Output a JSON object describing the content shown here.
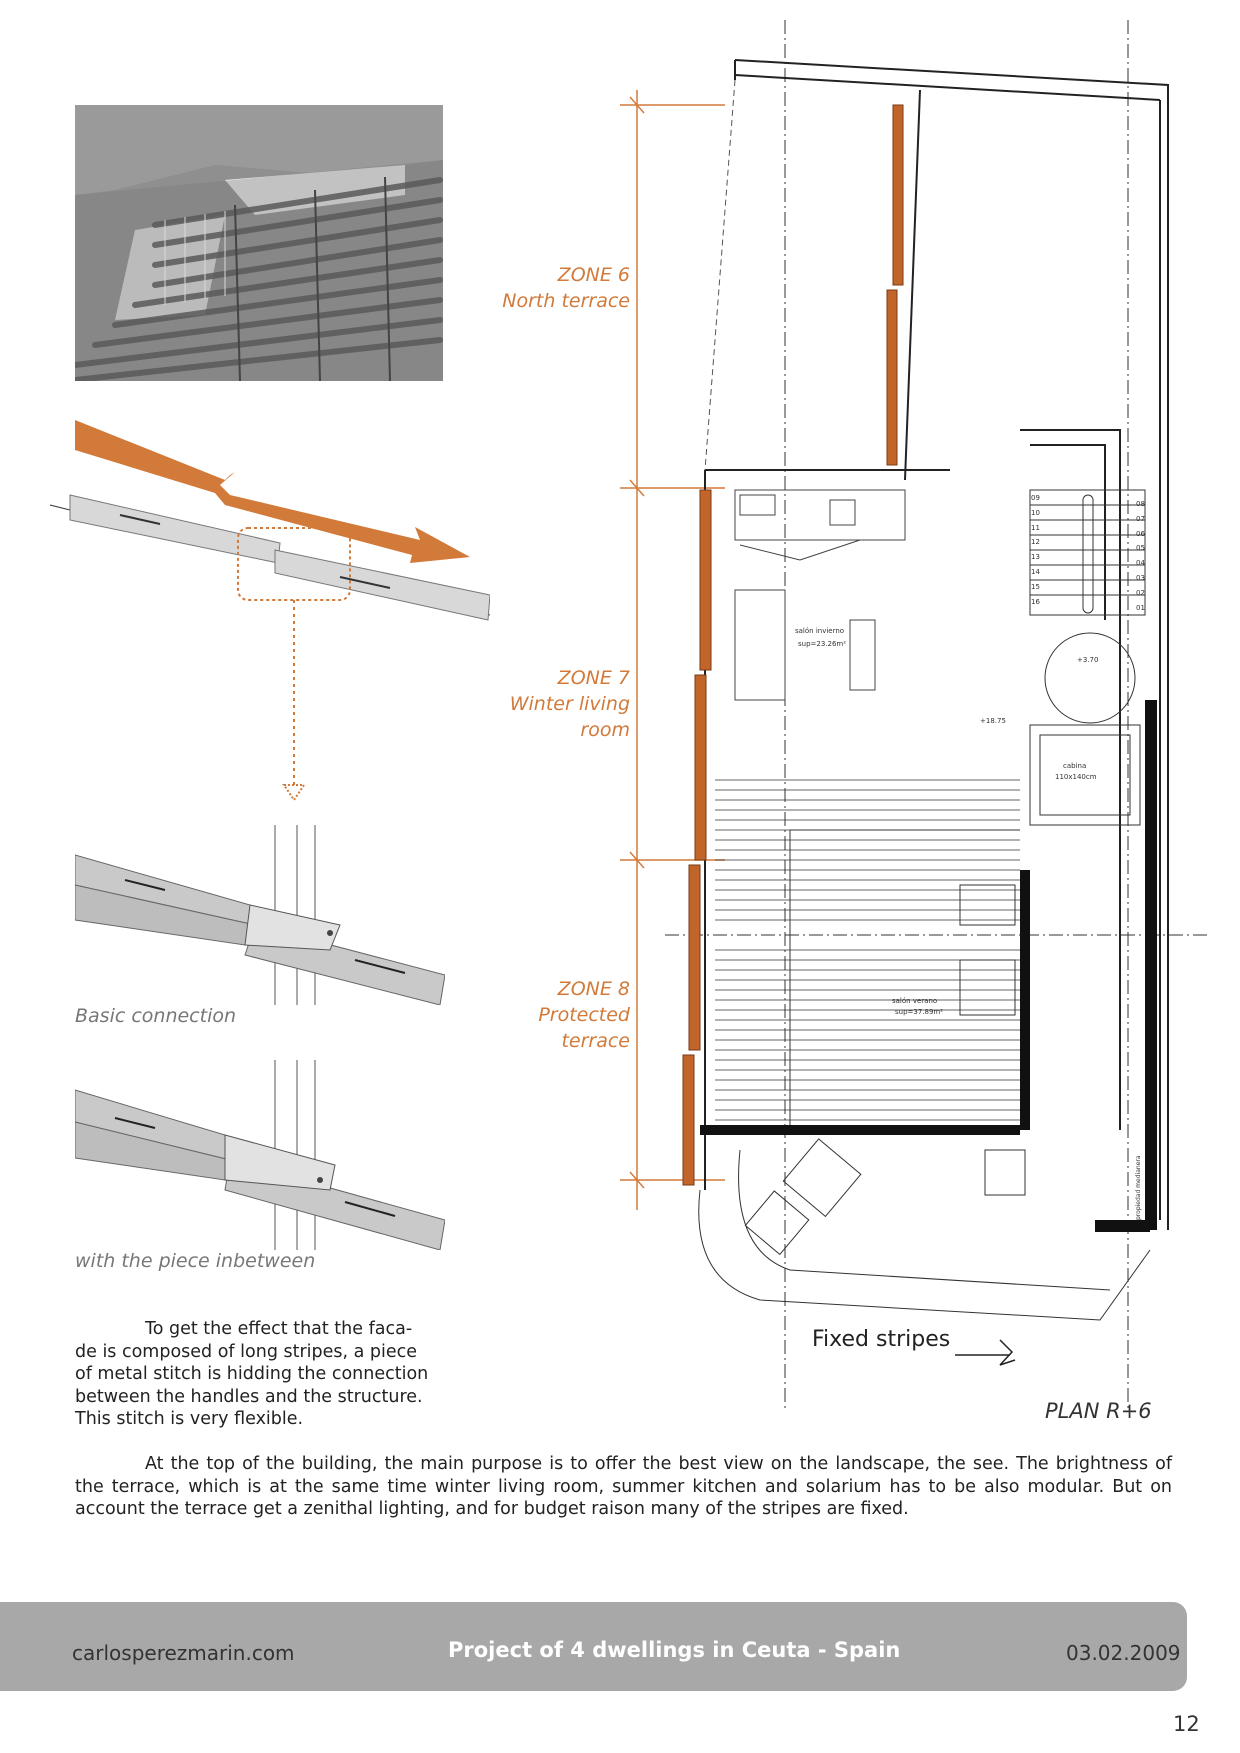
{
  "zones": [
    {
      "name": "ZONE 6",
      "desc_lines": [
        "North terrace"
      ]
    },
    {
      "name": "ZONE 7",
      "desc_lines": [
        "Winter living",
        "room"
      ]
    },
    {
      "name": "ZONE 8",
      "desc_lines": [
        "Protected",
        "terrace"
      ]
    }
  ],
  "captions": {
    "basic_connection": "Basic connection",
    "with_piece": "with the piece inbetween"
  },
  "plan": {
    "title": "PLAN R+6",
    "fixed_stripes": "Fixed stripes",
    "rooms": {
      "salon_invierno": "salón invierno",
      "salon_invierno_area": "sup=23.26m²",
      "salon_verano": "salón verano",
      "salon_verano_area": "sup=37.89m²",
      "cabina": "cabina",
      "cabina_size": "110x140cm",
      "level_main": "+18.75",
      "level_round": "+3.70",
      "propiedad": "propiedad medianera"
    },
    "stairs_left": [
      "09",
      "10",
      "11",
      "12",
      "13",
      "14",
      "15",
      "16"
    ],
    "stairs_right": [
      "08",
      "07",
      "06",
      "05",
      "04",
      "03",
      "02",
      "01"
    ]
  },
  "paragraph1": [
    "To get the effect that the faca-",
    "de is composed of long stripes, a piece",
    "of metal stitch is hidding the connection",
    "between the handles and the structure.",
    "This stitch is very flexible."
  ],
  "paragraph2": "At the top of the building, the main purpose is to offer the best view on the landscape, the see. The brightness of the terrace, which is at the same time winter living room, summer kitchen and solarium has to be also modular. But on account the terrace get a zenithal lighting, and for budget raison many of the stripes are fixed.",
  "footer": {
    "site": "carlosperezmarin.com",
    "title": "Project of 4 dwellings in Ceuta - Spain",
    "date": "03.02.2009"
  },
  "page_number": "12",
  "colors": {
    "accent": "#d27a3a",
    "footer_bg": "#a8a8a8"
  }
}
